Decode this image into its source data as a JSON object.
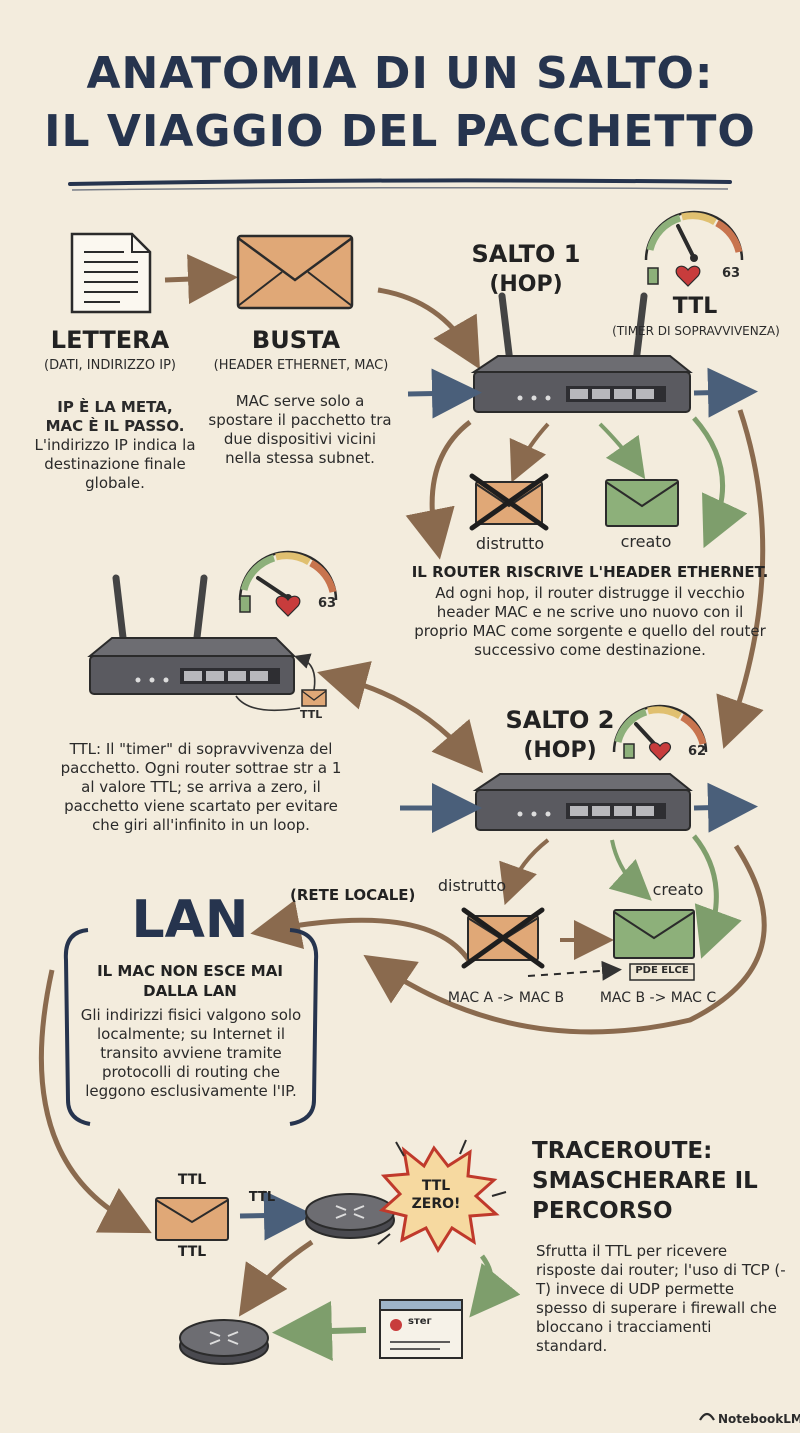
{
  "title": {
    "line1": "ANATOMIA DI UN SALTO:",
    "line2": "IL VIAGGIO DEL PACCHETTO"
  },
  "lettera": {
    "label": "LETTERA",
    "sub": "(DATI, INDIRIZZO IP)",
    "note_line1": "IP È LA META,",
    "note_line2": "MAC È IL PASSO.",
    "note_body": "L'indirizzo IP indica la destinazione finale globale."
  },
  "busta": {
    "label": "BUSTA",
    "sub": "(HEADER ETHERNET, MAC)",
    "note": "MAC serve solo a spostare il pacchetto tra due dispositivi vicini nella stessa subnet."
  },
  "hop1": {
    "label": "SALTO 1",
    "sub": "(HOP)",
    "ttl_value": "63",
    "ttl_label": "TTL",
    "ttl_sub": "(TIMER DI SOPRAVVIVENZA)",
    "destroyed": "distrutto",
    "created": "creato"
  },
  "rewrite": {
    "heading": "IL ROUTER RISCRIVE L'HEADER ETHERNET.",
    "body": "Ad ogni hop, il router distrugge il vecchio header MAC e ne scrive uno nuovo con il proprio MAC come sorgente e quello del router successivo come destinazione."
  },
  "router_left": {
    "ttl_value": "63",
    "tag": "TTL"
  },
  "ttl_note": "TTL: Il \"timer\" di sopravvivenza del pacchetto. Ogni router sottrae str a 1 al valore TTL; se arriva a zero, il pacchetto viene scartato per evitare che giri all'infinito in un loop.",
  "hop2": {
    "label": "SALTO 2",
    "sub": "(HOP)",
    "ttl_value": "62",
    "destroyed": "distrutto",
    "created": "creato",
    "tag": "PDE ELCE",
    "mac_old": "MAC A -> MAC B",
    "mac_new": "MAC B -> MAC C"
  },
  "lan": {
    "label": "LAN",
    "sub": "(RETE LOCALE)",
    "heading_line1": "IL MAC NON ESCE MAI",
    "heading_line2": "DALLA LAN",
    "body": "Gli indirizzi fisici valgono solo localmente; su Internet il transito avviene tramite protocolli di routing che leggono esclusivamente l'IP."
  },
  "traceroute": {
    "ttl_top": "TTL",
    "ttl_bottom": "TTL",
    "ttl_arrow": "TTL",
    "burst_line1": "TTL",
    "burst_line2": "ZERO!",
    "window_text": "sтег",
    "heading_line1": "TRACEROUTE:",
    "heading_line2": "SMASCHERARE IL",
    "heading_line3": "PERCORSO",
    "body": "Sfrutta il TTL per ricevere risposte dai router; l'uso di TCP (-T) invece di UDP permette spesso di superare i firewall che bloccano i tracciamenti standard."
  },
  "footer": {
    "brand": "NotebookLM"
  },
  "colors": {
    "background": "#f3ecdd",
    "title": "#26344e",
    "envelope": "#e0a877",
    "envelope_new": "#8db07a",
    "arrow_brown": "#8a6a4e",
    "arrow_blue": "#4a5f7a",
    "arrow_green": "#7e9e6c",
    "heart": "#c83c3c"
  },
  "icons": [
    "document-icon",
    "envelope-icon",
    "router-icon",
    "gauge-icon",
    "heart-icon",
    "fuel-icon",
    "burst-icon",
    "window-icon"
  ]
}
